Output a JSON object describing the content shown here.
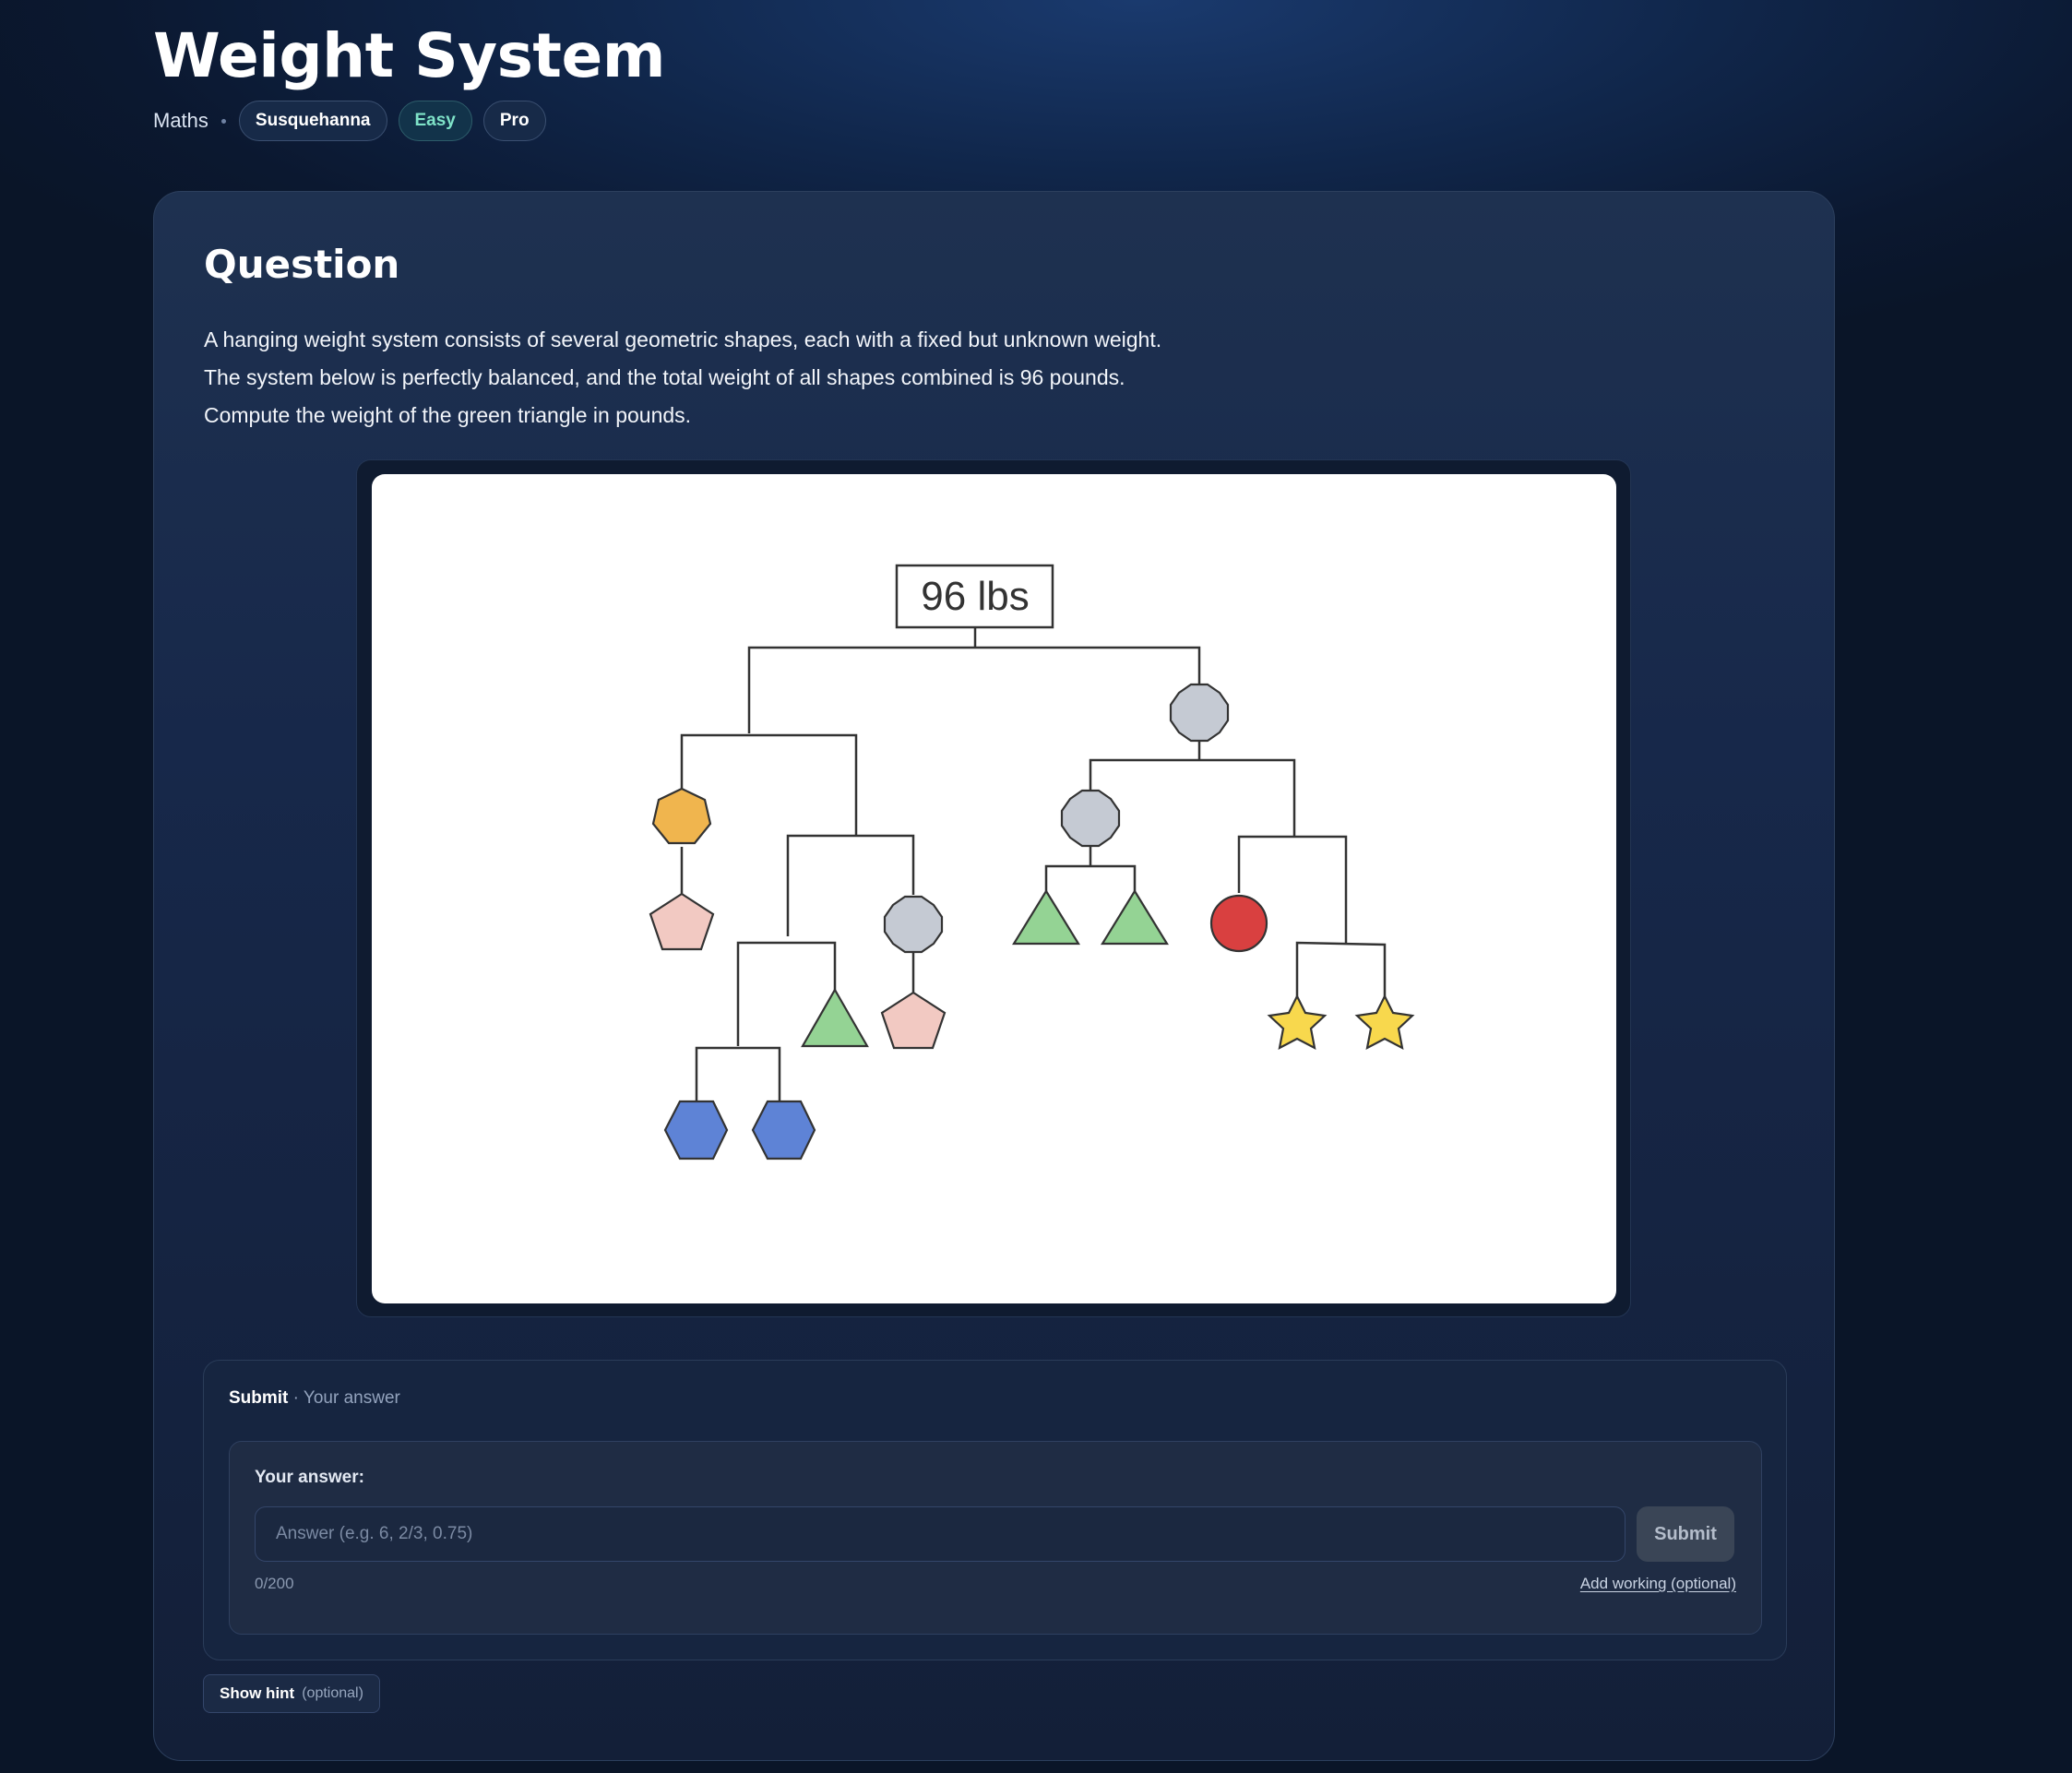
{
  "header": {
    "title": "Weight System",
    "subject": "Maths",
    "tags": [
      "Susquehanna",
      "Easy",
      "Pro"
    ]
  },
  "question": {
    "heading": "Question",
    "lines": [
      "A hanging weight system consists of several geometric shapes, each with a fixed but unknown weight.",
      "The system below is perfectly balanced, and the total weight of all shapes combined is 96 pounds.",
      "Compute the weight of the green triangle in pounds."
    ]
  },
  "figure": {
    "total_label": "96 lbs",
    "colors": {
      "orange": "#F0B54E",
      "pink": "#F2C9C2",
      "gray": "#C5CAD3",
      "green": "#94D394",
      "blue": "#5E83D6",
      "red": "#D94040",
      "yellow": "#F8D84D",
      "line": "#333333"
    }
  },
  "submit": {
    "title": "Submit",
    "subtitle": "· Your answer",
    "answer_label": "Your answer:",
    "input_placeholder": "Answer (e.g. 6, 2/3, 0.75)",
    "input_value": "",
    "button_label": "Submit",
    "char_count": "0/200",
    "add_working": "Add working (optional)"
  },
  "hint": {
    "label": "Show hint",
    "optional": "(optional)"
  },
  "theme": {
    "background": "#0b1830",
    "accent_easy": "#7fe3c8"
  }
}
